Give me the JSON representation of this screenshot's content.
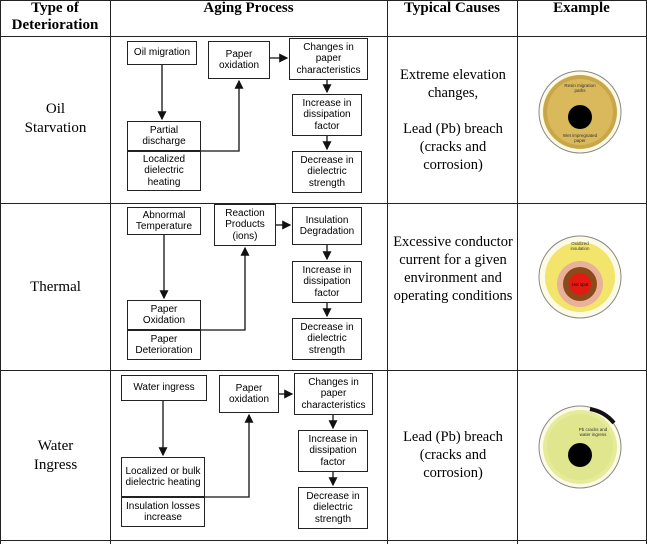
{
  "headers": {
    "type": "Type of Deterioration",
    "process": "Aging Process",
    "causes": "Typical Causes",
    "example": "Example"
  },
  "rows": [
    {
      "type": "Oil Starvation",
      "boxes": {
        "a": "Oil migration",
        "b": "Paper oxidation",
        "c": "Changes in paper characteristics",
        "d": "Partial discharge",
        "e": "Localized dielectric heating",
        "f": "Increase in dissipation factor",
        "g": "Decrease in dielectric strength"
      },
      "causes": [
        "Extreme elevation changes,",
        "Lead (Pb) breach (cracks and corrosion)"
      ],
      "image_labels": [
        "Resin migration paths",
        "Wet impregnated paper"
      ]
    },
    {
      "type": "Thermal",
      "boxes": {
        "a": "Abnormal Temperature",
        "b": "Reaction Products (ions)",
        "c": "Insulation Degradation",
        "d": "Paper Oxidation",
        "e": "Paper Deterioration",
        "f": "Increase in dissipation factor",
        "g": "Decrease in dielectric strength"
      },
      "causes": [
        "Excessive conductor current for a given environment and operating conditions"
      ],
      "image_labels": [
        "Oxidized insulation",
        "Hot spot"
      ]
    },
    {
      "type": "Water Ingress",
      "boxes": {
        "a": "Water ingress",
        "b": "Paper oxidation",
        "c": "Changes in paper characteristics",
        "d": "Localized or bulk dielectric heating",
        "e": "Insulation losses increase",
        "f": "Increase in dissipation factor",
        "g": "Decrease in dielectric strength"
      },
      "causes": [
        "Lead (Pb) breach (cracks and corrosion)"
      ],
      "image_labels": [
        "Pb cracks and water ingress"
      ]
    }
  ]
}
